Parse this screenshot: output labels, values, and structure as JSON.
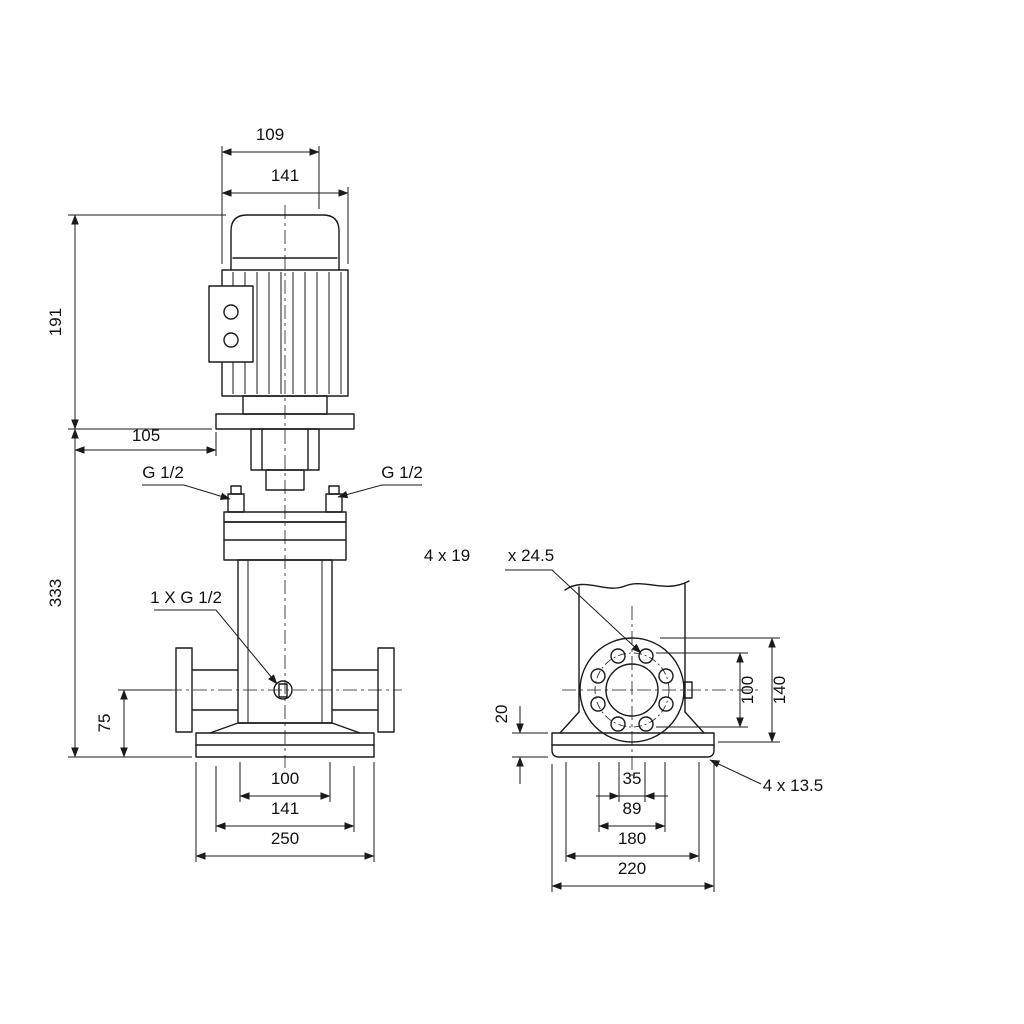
{
  "front_view": {
    "d109": "109",
    "d141_top": "141",
    "d191": "191",
    "d105": "105",
    "d333": "333",
    "g12_left": "G 1/2",
    "g12_right": "G 1/2",
    "drain_label": "1 X G 1/2",
    "d75": "75",
    "d100_bottom": "100",
    "d141_bottom": "141",
    "d250": "250"
  },
  "side_view": {
    "flange_holes": "4 x 19",
    "flange_holes_counterbore": "x 24.5",
    "d20": "20",
    "d100_bolt_circle": "100",
    "d140_flange_od": "140",
    "d35": "35",
    "d89": "89",
    "d180": "180",
    "d220": "220",
    "base_holes": "4 x 13.5"
  },
  "colors": {
    "line": "#1a1a1a",
    "background": "#ffffff"
  }
}
